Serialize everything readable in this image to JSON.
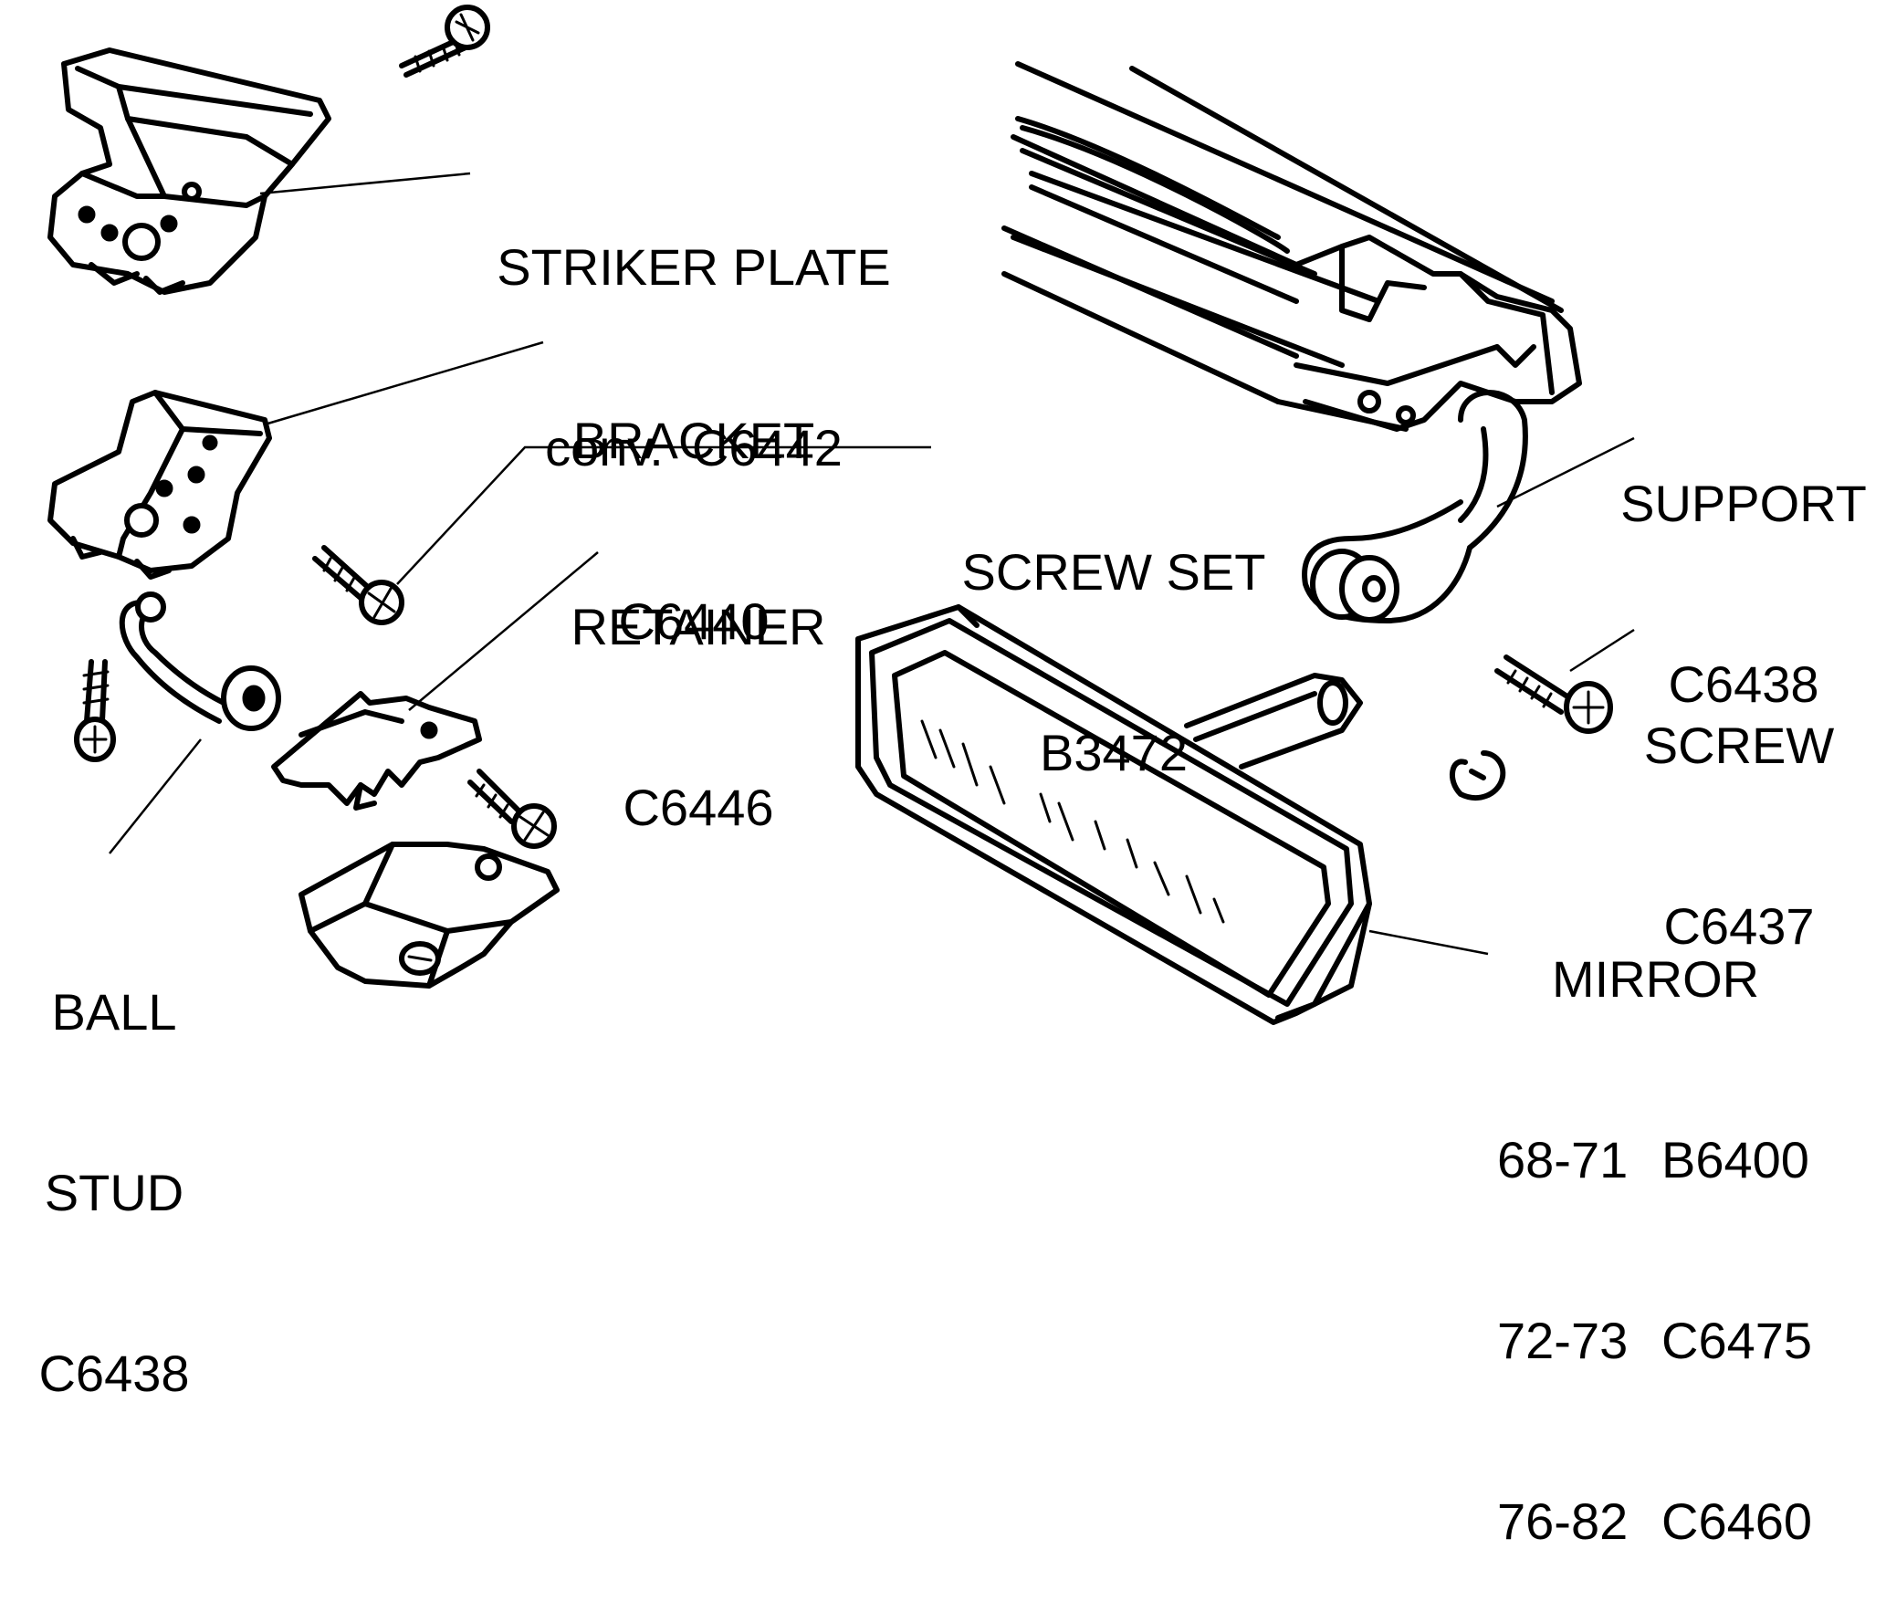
{
  "labels": {
    "striker_plate": {
      "title": "STRIKER PLATE",
      "line2": "conv.  C6442"
    },
    "bracket": {
      "title": "BRACKET",
      "part": "C6440"
    },
    "screw_set": {
      "title": "SCREW SET",
      "part": "B3472"
    },
    "retainer": {
      "title": "RETAINER",
      "part": "C6446"
    },
    "support": {
      "title": "SUPPORT",
      "part": "C6438"
    },
    "screw": {
      "title": "SCREW",
      "part": "C6437"
    },
    "ball_stud": {
      "line1": "BALL",
      "line2": "STUD",
      "part": "C6438"
    },
    "mirror": {
      "title": "MIRROR",
      "rows": [
        {
          "years": "68-71",
          "part": "B6400"
        },
        {
          "years": "72-73",
          "part": "C6475"
        },
        {
          "years": "76-82",
          "part": "C6460"
        }
      ]
    }
  }
}
